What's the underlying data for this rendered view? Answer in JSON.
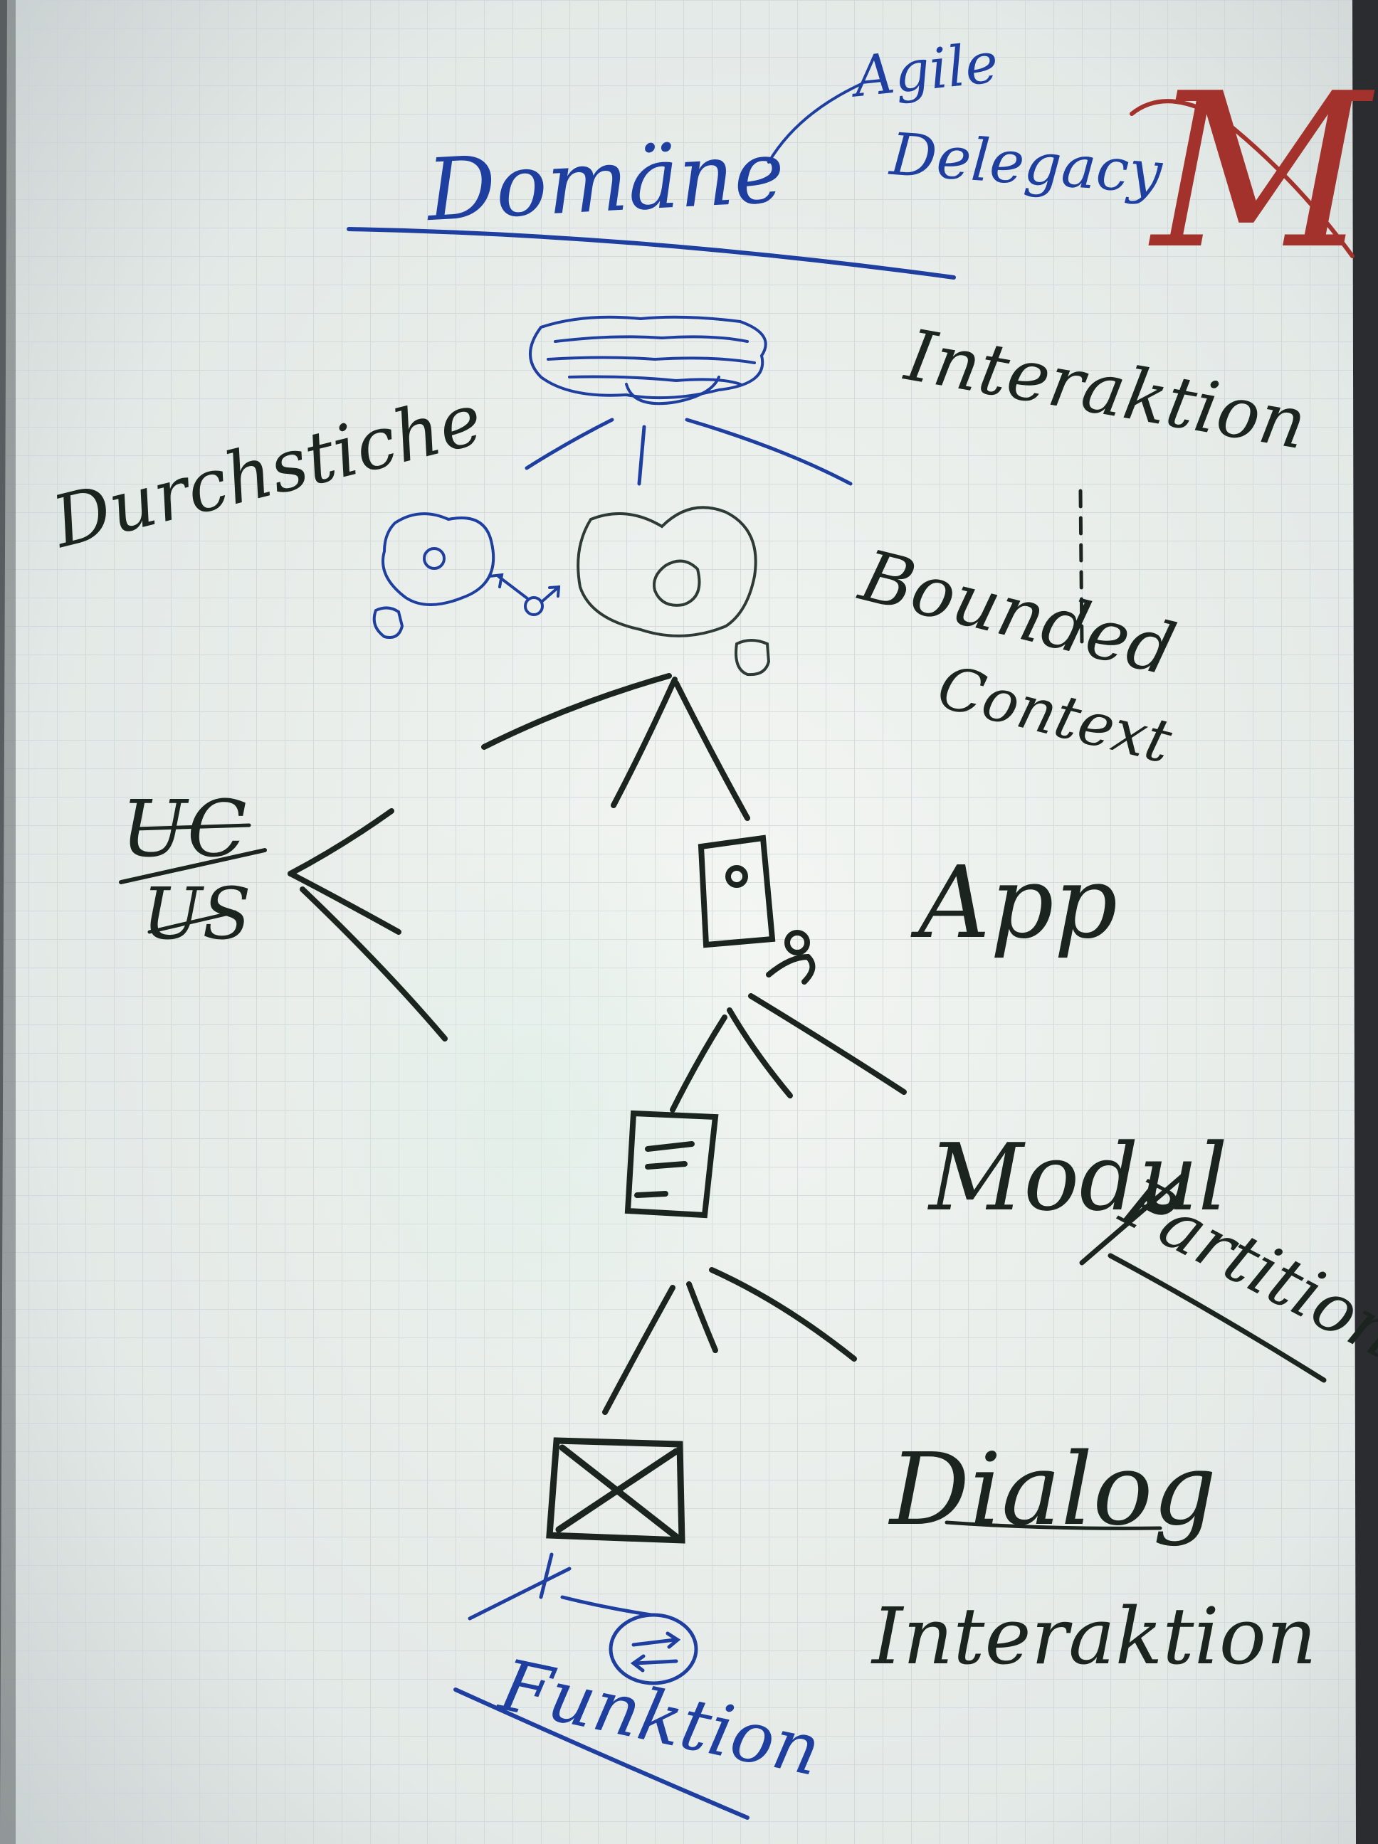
{
  "flipchart": {
    "title": "Domäne",
    "annotation_agile": "Agile",
    "annotation_delegacy": "Delegacy",
    "levels": {
      "domain_right_label": "Interaktion",
      "durchstiche_label": "Durchstiche",
      "bounded_label": "Bounded",
      "context_label": "Context",
      "app_label": "App",
      "modul_label": "Modul",
      "partition_label": "Partition",
      "dialog_label": "Dialog",
      "interaktion_label": "Interaktion",
      "funktion_label": "Funktion"
    },
    "side_labels": {
      "uc": "UC",
      "us": "US"
    },
    "logo_letter": "M"
  },
  "colors": {
    "paper": "#eef2ee",
    "grid": "#c9d2d9",
    "blue_marker": "#1f3fa0",
    "black_marker": "#1c2420",
    "logo": "#a3322c"
  }
}
